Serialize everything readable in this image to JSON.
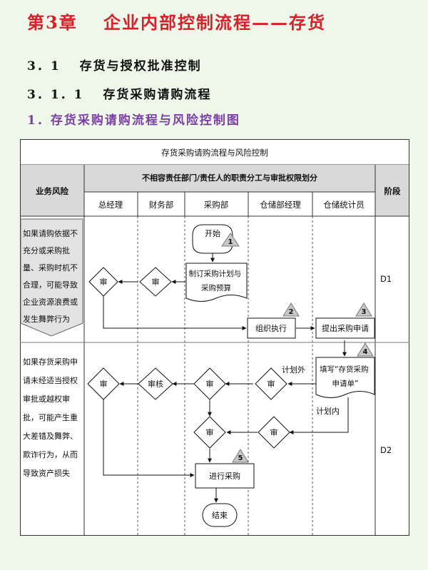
{
  "headings": {
    "chapter": "第3章　 企业内部控制流程——存货",
    "section": "3．1　 存货与授权批准控制",
    "subsection": "3．1．1　 存货采购请购流程",
    "figure_title": "1．存货采购请购流程与风险控制图"
  },
  "diagram": {
    "title": "存货采购请购流程与风险控制",
    "col_risk": "业务风险",
    "col_group": "不相容责任部门/责任人的职责分工与审批权限划分",
    "col_stage": "阶段",
    "departments": [
      "总经理",
      "财务部",
      "采购部",
      "仓储部经理",
      "仓储统计员"
    ],
    "risk1": [
      "如果请购依据不",
      "充分或采购批",
      "量、采购时机不",
      "合理，可能导致",
      "企业资源浪费或",
      "发生舞弊行为"
    ],
    "risk2": [
      "如果存货采购申",
      "请未经适当授权",
      "审批或越权审",
      "批，可能产生重",
      "大差错及舞弊、",
      "欺诈行为，从而",
      "导致资产损失"
    ],
    "stage1": "D1",
    "stage2": "D2",
    "nodes": {
      "start": "开始",
      "plan": [
        "制订采购计划与",
        "采购预算"
      ],
      "organize": "组织执行",
      "submit": "提出采购申请",
      "fill": [
        "填写“存货采购",
        "申请单”"
      ],
      "approve": "审",
      "review": "审核",
      "execute": "进行采购",
      "end": "结束"
    },
    "edge_labels": {
      "out_plan": "计划外",
      "in_plan": "计划内"
    },
    "badges": [
      "1",
      "2",
      "3",
      "4",
      "5"
    ]
  }
}
